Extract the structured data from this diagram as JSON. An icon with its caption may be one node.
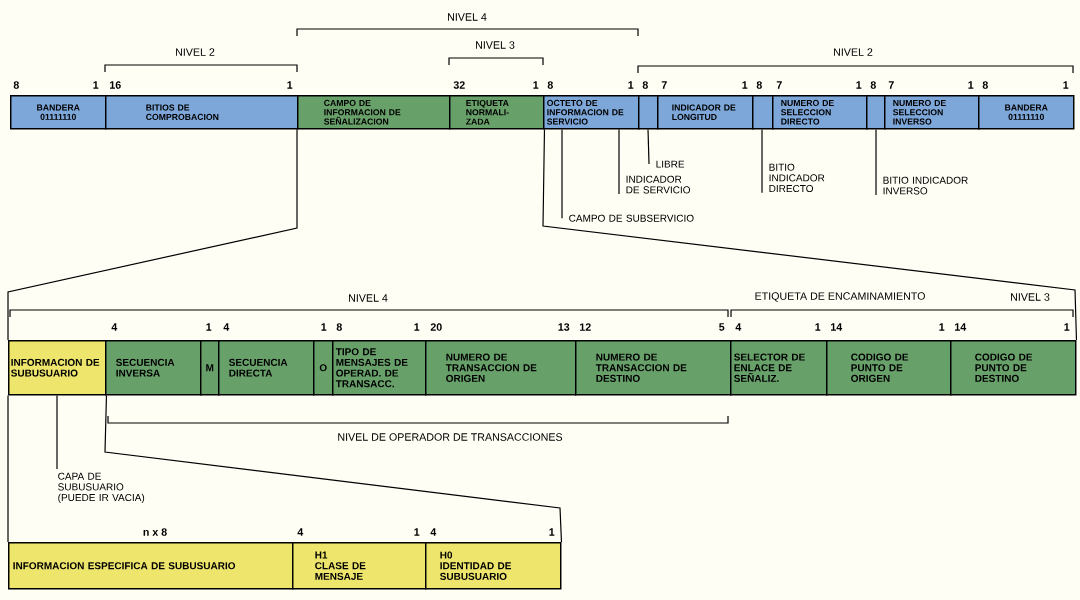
{
  "diagram": {
    "nodes": [
      {
        "text": [
          "BANDERA",
          "01111110"
        ]
      },
      {
        "text": [
          "BITIOS DE COMPROBACION"
        ]
      },
      {
        "text": [
          "CAMPO DE INFORMACION DE SEÑALIZACION"
        ]
      },
      {
        "text": [
          "ETIQUETA NORMALI- ZADA"
        ]
      },
      {
        "text": [
          "OCTETO DE INFORMACION DE SERVICIO"
        ]
      },
      {
        "text": [],
        "shape": "box"
      },
      {
        "text": [
          "INDICADOR DE LONGITUD"
        ]
      },
      {
        "text": [],
        "shape": "box"
      },
      {
        "text": [
          "NUMERO DE SELECCION DIRECTO"
        ]
      },
      {
        "text": [],
        "shape": "box"
      },
      {
        "text": [
          "NUMERO DE SELECCION INVERSO"
        ]
      },
      {
        "text": [
          "BANDERA",
          "01111110"
        ]
      },
      {
        "text": [
          "LIBRE"
        ]
      },
      {
        "text": [
          "INDICADOR DE SERVICIO"
        ]
      },
      {
        "text": [
          "CAMPO DE SUBSERVICIO"
        ]
      },
      {
        "text": [
          "BITIO INDICADOR DIRECTO"
        ]
      },
      {
        "text": [
          "BITIO INDICADOR INVERSO"
        ]
      },
      {
        "text": [
          "INFORMACION DE SUBUSUARIO"
        ]
      },
      {
        "text": [
          "SECUENCIA INVERSA"
        ]
      },
      {
        "text": [
          "M"
        ]
      },
      {
        "text": [
          "SECUENCIA DIRECTA"
        ]
      },
      {
        "text": [
          "O"
        ]
      },
      {
        "text": [
          "TIPO DE MENSAJES DE OPERAD. DE TRANSACC."
        ]
      },
      {
        "text": [
          "NUMERO DE TRANSACCION DE ORIGEN"
        ]
      },
      {
        "text": [
          "NUMERO DE TRANSACCION DE DESTINO"
        ]
      },
      {
        "text": [
          "SELECTOR DE ENLACE DE SEÑALIZ."
        ]
      },
      {
        "text": [
          "CODIGO DE PUNTO DE ORIGEN"
        ]
      },
      {
        "text": [
          "CODIGO DE PUNTO DE DESTINO"
        ]
      },
      {
        "text": [
          "CAPA DE SUBUSUARIO (PUEDE IR VACIA)"
        ]
      },
      {
        "text": [
          "INFORMACION ESPECIFICA DE SUBUSUARIO"
        ]
      },
      {
        "text": [
          "H1",
          "CLASE DE MENSAJE"
        ]
      },
      {
        "text": [
          "H0",
          "IDENTIDAD DE SUBUSUARIO"
        ]
      }
    ],
    "edges": [
      {
        "from": 12,
        "to": 5,
        "arrow": "none"
      },
      {
        "from": 13,
        "to": 4,
        "arrow": "none"
      },
      {
        "from": 14,
        "to": 4,
        "arrow": "none"
      },
      {
        "from": 15,
        "to": 7,
        "arrow": "none"
      },
      {
        "from": 16,
        "to": 9,
        "arrow": "none"
      },
      {
        "from": 28,
        "to": 17,
        "arrow": "none"
      },
      {
        "from": 2,
        "to": 17,
        "arrow": "none"
      },
      {
        "from": 3,
        "to": 27,
        "arrow": "none"
      },
      {
        "from": 17,
        "to": 29,
        "arrow": "none"
      },
      {
        "from": 17,
        "to": 31,
        "arrow": "none"
      }
    ],
    "labels": [
      "NIVEL 4",
      "NIVEL 2",
      "NIVEL 3",
      "NIVEL 2",
      "8",
      "1",
      "16",
      "1",
      "32",
      "1",
      "8",
      "1",
      "8",
      "7",
      "1",
      "8",
      "7",
      "1",
      "8",
      "7",
      "1",
      "8",
      "1",
      "NIVEL 4",
      "ETIQUETA DE ENCAMINAMIENTO",
      "NIVEL 3",
      "4",
      "1",
      "4",
      "1",
      "8",
      "1",
      "20",
      "13",
      "12",
      "5",
      "4",
      "1",
      "14",
      "1",
      "14",
      "1",
      "NIVEL DE OPERADOR DE TRANSACCIONES",
      "n x 8",
      "4",
      "1",
      "4",
      "1"
    ]
  }
}
